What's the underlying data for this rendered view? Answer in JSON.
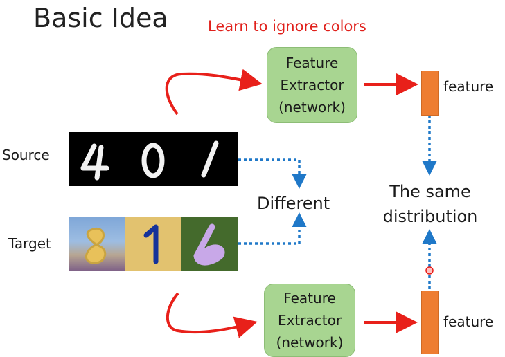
{
  "title": "Basic Idea",
  "subtitle": "Learn to ignore colors",
  "feature_extractor_top": {
    "line1": "Feature",
    "line2": "Extractor",
    "line3": "(network)"
  },
  "feature_extractor_bottom": {
    "line1": "Feature",
    "line2": "Extractor",
    "line3": "(network)"
  },
  "feature_label_top": "feature",
  "feature_label_bottom": "feature",
  "source_label": "Source",
  "target_label": "Target",
  "different_label": "Different",
  "same_distribution": {
    "line1": "The same",
    "line2": "distribution"
  },
  "colors": {
    "title_accent": "#e0201b",
    "arrow_red": "#e8201a",
    "arrow_blue": "#1f78c8",
    "box_green": "#a8d591",
    "bar_orange": "#ee7d31"
  }
}
